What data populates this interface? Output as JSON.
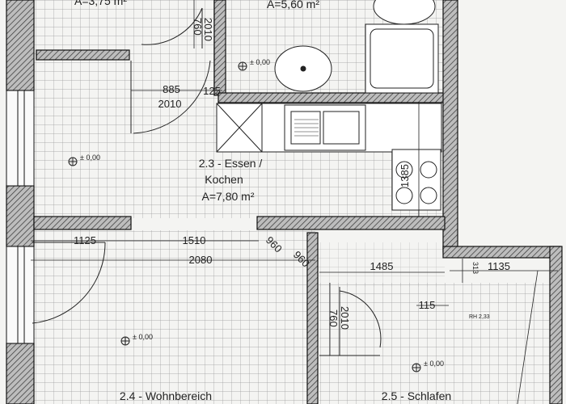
{
  "rooms": {
    "top_left_area": "A=3,75 m²",
    "bath_area": "A=5,60 m²",
    "kitchen_name": "2.3 - Essen /",
    "kitchen_name2": "Kochen",
    "kitchen_area": "A=7,80 m²",
    "living_name": "2.4 - Wohnbereich",
    "bedroom_name": "2.5 - Schlafen"
  },
  "levels": {
    "bath": "± 0,00",
    "kitchen": "± 0,00",
    "living": "± 0,00",
    "bedroom": "± 0,00"
  },
  "dimensions": {
    "door_top_w": "760",
    "door_top_h": "2010",
    "door_kitchen_w": "885",
    "door_kitchen_h": "2010",
    "wall_125": "125",
    "kitchen_depth": "1385",
    "width_1125": "1125",
    "width_1510": "1510",
    "width_2080": "2080",
    "diag_960a": "960",
    "diag_960b": "960",
    "width_1485": "1485",
    "width_1135": "1135",
    "dim_313": "313",
    "dim_115": "115",
    "door_bed_w": "760",
    "door_bed_h": "2010",
    "room_height": "RH 2,33"
  }
}
